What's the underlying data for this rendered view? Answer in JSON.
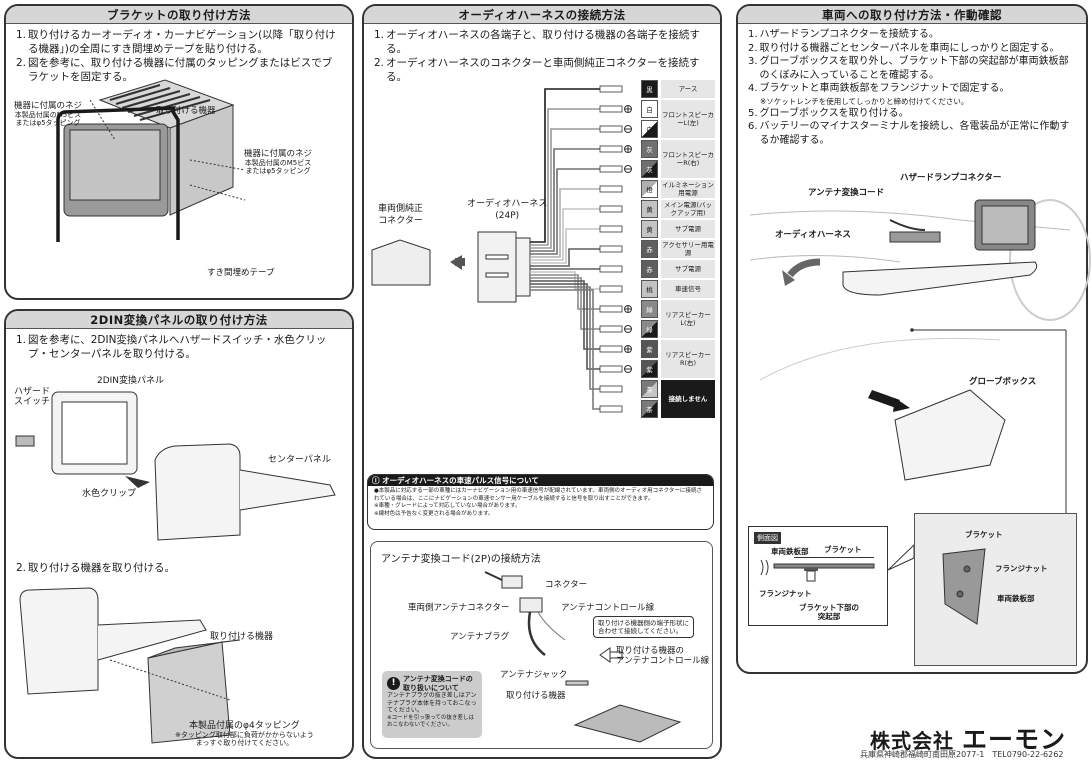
{
  "panels": {
    "bracket": {
      "title": "ブラケットの取り付け方法",
      "steps": [
        {
          "n": "1.",
          "text": "取り付けるカーオーディオ・カーナビゲーション(以降「取り付ける機器」)の全周にすき間埋めテープを貼り付ける。"
        },
        {
          "n": "2.",
          "text": "図を参考に、取り付ける機器に付属のタッピングまたはビスでブラケットを固定する。"
        }
      ],
      "labels": {
        "screw_left_1": "機器に付属のネジ",
        "screw_left_2": "本製品付属のM5ビス",
        "screw_left_3": "またはφ5タッピング",
        "device": "取り付ける機器",
        "screw_right_1": "機器に付属のネジ",
        "screw_right_2": "本製品付属のM5ビス",
        "screw_right_3": "またはφ5タッピング",
        "tape": "すき間埋めテープ"
      }
    },
    "panel2din": {
      "title": "2DIN変換パネルの取り付け方法",
      "steps": [
        {
          "n": "1.",
          "text": "図を参考に、2DIN変換パネルへハザードスイッチ・水色クリップ・センターパネルを取り付ける。"
        },
        {
          "n": "2.",
          "text": "取り付ける機器を取り付ける。"
        }
      ],
      "labels": {
        "panel": "2DIN変換パネル",
        "hazard_1": "ハザード",
        "hazard_2": "スイッチ",
        "center": "センターパネル",
        "clip": "水色クリップ",
        "device": "取り付ける機器",
        "tapping": "本製品付属のφ4タッピング",
        "tapping_note_1": "※タッピング取付部に負荷がかからないよう",
        "tapping_note_2": "まっすぐ取り付けてください。"
      }
    },
    "harness": {
      "title": "オーディオハーネスの接続方法",
      "steps": [
        {
          "n": "1.",
          "text": "オーディオハーネスの各端子と、取り付ける機器の各端子を接続する。"
        },
        {
          "n": "2.",
          "text": "オーディオハーネスのコネクターと車両側純正コネクターを接続する。"
        }
      ],
      "labels": {
        "vehicle_conn_1": "車両側純正",
        "vehicle_conn_2": "コネクター",
        "harness_1": "オーディオハーネス",
        "harness_2": "(24P)"
      },
      "wires": [
        {
          "colors": [
            {
              "name": "黒",
              "hex": "#1a1a1a"
            }
          ],
          "label": "アース",
          "dark": false
        },
        {
          "colors": [
            {
              "name": "白",
              "hex": "#ffffff"
            }
          ],
          "label": "",
          "dark": false,
          "group": "front-l",
          "pol": "+"
        },
        {
          "colors": [
            {
              "name": "白/黒",
              "hex": "#ffffff",
              "stripe": "#1a1a1a"
            }
          ],
          "label": "フロントスピーカーL(左)",
          "dark": false,
          "group": "front-l",
          "pol": "-"
        },
        {
          "colors": [
            {
              "name": "灰",
              "hex": "#777777"
            }
          ],
          "label": "",
          "dark": false,
          "group": "front-r",
          "pol": "+"
        },
        {
          "colors": [
            {
              "name": "灰/黒",
              "hex": "#777777",
              "stripe": "#1a1a1a"
            }
          ],
          "label": "フロントスピーカーR(右)",
          "dark": false,
          "group": "front-r",
          "pol": "-"
        },
        {
          "colors": [
            {
              "name": "橙/白",
              "hex": "#aaaaaa",
              "stripe": "#ffffff"
            }
          ],
          "label": "イルミネーション用電源",
          "dark": false
        },
        {
          "colors": [
            {
              "name": "黄",
              "hex": "#bbbbbb"
            }
          ],
          "label": "メイン電源(バックアップ用)",
          "dark": false
        },
        {
          "colors": [
            {
              "name": "黄",
              "hex": "#bbbbbb"
            }
          ],
          "label": "サブ電源",
          "dark": false
        },
        {
          "colors": [
            {
              "name": "赤",
              "hex": "#666666"
            }
          ],
          "label": "アクセサリー用電源",
          "dark": false
        },
        {
          "colors": [
            {
              "name": "赤",
              "hex": "#666666"
            }
          ],
          "label": "サブ電源",
          "dark": false
        },
        {
          "colors": [
            {
              "name": "桃",
              "hex": "#bbbbbb"
            }
          ],
          "label": "車速信号",
          "dark": false
        },
        {
          "colors": [
            {
              "name": "緑",
              "hex": "#888888"
            }
          ],
          "label": "",
          "dark": false,
          "group": "rear-l",
          "pol": "+"
        },
        {
          "colors": [
            {
              "name": "緑/黒",
              "hex": "#888888",
              "stripe": "#1a1a1a"
            }
          ],
          "label": "リアスピーカーL(左)",
          "dark": false,
          "group": "rear-l",
          "pol": "-"
        },
        {
          "colors": [
            {
              "name": "紫",
              "hex": "#555555"
            }
          ],
          "label": "",
          "dark": false,
          "group": "rear-r",
          "pol": "+"
        },
        {
          "colors": [
            {
              "name": "紫/黒",
              "hex": "#555555",
              "stripe": "#1a1a1a"
            }
          ],
          "label": "リアスピーカーR(右)",
          "dark": false,
          "group": "rear-r",
          "pol": "-"
        },
        {
          "colors": [
            {
              "name": "茶/黄",
              "hex": "#777777",
              "stripe": "#bbbbbb"
            }
          ],
          "label": "",
          "dark": true,
          "group": "nc"
        },
        {
          "colors": [
            {
              "name": "茶/黒",
              "hex": "#777777",
              "stripe": "#1a1a1a"
            }
          ],
          "label": "接続しません",
          "dark": true,
          "group": "nc"
        }
      ],
      "wire_rows": [
        {
          "sw": [
            [
              "黒",
              "#1a1a1a"
            ]
          ],
          "label": "アース",
          "pol": [
            ""
          ]
        },
        {
          "sw": [
            [
              "白",
              "#ffffff"
            ],
            [
              "白/黒",
              "#ffffff"
            ]
          ],
          "label": "フロントスピーカーL(左)",
          "pol": [
            "+",
            "-"
          ]
        },
        {
          "sw": [
            [
              "灰",
              "#707070"
            ],
            [
              "灰/黒",
              "#707070"
            ]
          ],
          "label": "フロントスピーカーR(右)",
          "pol": [
            "+",
            "-"
          ]
        },
        {
          "sw": [
            [
              "橙/白",
              "#b0b0b0"
            ]
          ],
          "label": "イルミネーション用電源",
          "pol": [
            ""
          ]
        },
        {
          "sw": [
            [
              "黄",
              "#c4c4c4"
            ]
          ],
          "label": "メイン電源(バックアップ用)",
          "pol": [
            ""
          ]
        },
        {
          "sw": [
            [
              "黄",
              "#c4c4c4"
            ]
          ],
          "label": "サブ電源",
          "pol": [
            ""
          ]
        },
        {
          "sw": [
            [
              "赤",
              "#5e5e5e"
            ]
          ],
          "label": "アクセサリー用電源",
          "pol": [
            ""
          ]
        },
        {
          "sw": [
            [
              "赤",
              "#5e5e5e"
            ]
          ],
          "label": "サブ電源",
          "pol": [
            ""
          ]
        },
        {
          "sw": [
            [
              "桃",
              "#c4c4c4"
            ]
          ],
          "label": "車速信号",
          "pol": [
            ""
          ]
        },
        {
          "sw": [
            [
              "緑",
              "#8a8a8a"
            ],
            [
              "緑/黒",
              "#8a8a8a"
            ]
          ],
          "label": "リアスピーカーL(左)",
          "pol": [
            "+",
            "-"
          ]
        },
        {
          "sw": [
            [
              "紫",
              "#555555"
            ],
            [
              "紫/黒",
              "#555555"
            ]
          ],
          "label": "リアスピーカーR(右)",
          "pol": [
            "+",
            "-"
          ]
        },
        {
          "sw": [
            [
              "茶/黄",
              "#7a7a7a"
            ],
            [
              "茶/黒",
              "#7a7a7a"
            ]
          ],
          "label": "接続しません",
          "pol": [
            "",
            ""
          ],
          "dark": true
        }
      ],
      "pulse": {
        "title": "オーディオハーネスの車速パルス信号について",
        "lines": [
          "●本製品に対応する一部の車種にはカーナビゲーション用の車速信号が配線されています。車両側のオーディオ用コネクターに接続されている場合は、ここにナビゲーションの車速センサー用ケーブルを接続すると信号を取り出すことができます。",
          "※車種・グレードによって対応していない場合があります。",
          "※線材色は予告なく変更される場合があります。"
        ]
      },
      "antenna": {
        "title": "アンテナ変換コード(2P)の接続方法",
        "labels": {
          "connector": "コネクター",
          "vehicle_antenna": "車両側アンテナコネクター",
          "control": "アンテナコントロール線",
          "callout_1": "取り付ける機器側の端子形状に",
          "callout_2": "合わせて接続してください。",
          "plug": "アンテナプラグ",
          "dev_control_1": "取り付ける機器の",
          "dev_control_2": "アンテナコントロール線",
          "jack": "アンテナジャック",
          "device": "取り付ける機器"
        },
        "caution": {
          "title_1": "アンテナ変換コードの",
          "title_2": "取り扱いについて",
          "body": "アンテナプラグの抜き差しはアンテナプラグ本体を持っておこなってください。",
          "note": "※コードを引っ張っての抜き差しはおこなわないでください。"
        }
      }
    },
    "vehicle": {
      "title": "車両への取り付け方法・作動確認",
      "steps": [
        {
          "n": "1.",
          "text": "ハザードランプコネクターを接続する。"
        },
        {
          "n": "2.",
          "text": "取り付ける機器ごとセンターパネルを車両にしっかりと固定する。"
        },
        {
          "n": "3.",
          "text": "グローブボックスを取り外し、ブラケット下部の突起部が車両鉄板部のくぼみに入っていることを確認する。"
        },
        {
          "n": "4.",
          "text": "ブラケットと車両鉄板部をフランジナットで固定する。",
          "note": "※ソケットレンチを使用してしっかりと締め付けてください。"
        },
        {
          "n": "5.",
          "text": "グローブボックスを取り付ける。"
        },
        {
          "n": "6.",
          "text": "バッテリーのマイナスターミナルを接続し、各電装品が正常に作動するか確認する。"
        }
      ],
      "labels": {
        "hazard_conn": "ハザードランプコネクター",
        "antenna_cord": "アンテナ変換コード",
        "audio_harness": "オーディオハーネス",
        "glovebox": "グローブボックス",
        "side_view": "側面図",
        "steel_plate": "車両鉄板部",
        "bracket": "ブラケット",
        "flange_nut": "フランジナット",
        "protrusion_1": "ブラケット下部の",
        "protrusion_2": "突起部",
        "photo_bracket": "ブラケット",
        "photo_nut": "フランジナット",
        "photo_plate": "車両鉄板部"
      }
    }
  },
  "footer": {
    "company_prefix": "株式会社",
    "company_name": "エーモン",
    "address": "兵庫県神崎郡福崎町南田原2077-1　TEL0790-22-6262"
  }
}
